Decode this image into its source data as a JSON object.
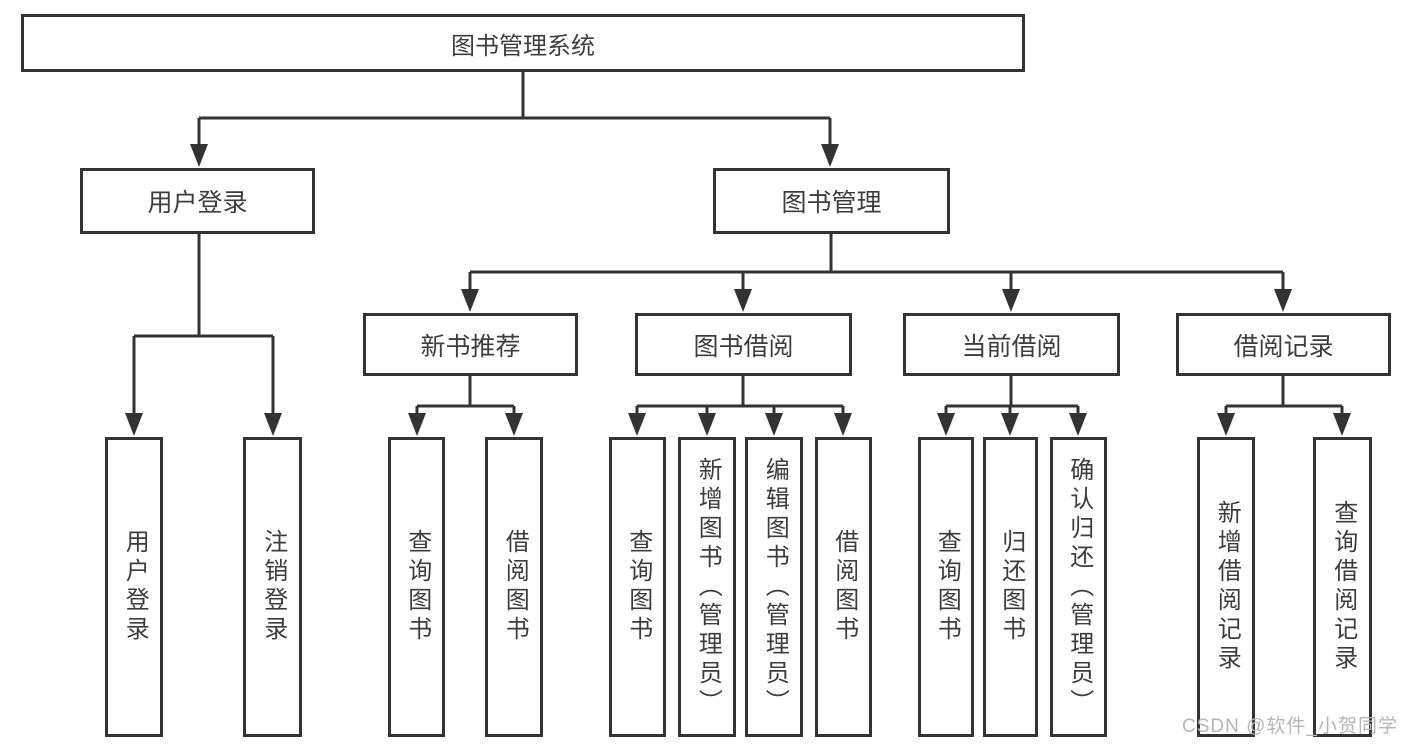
{
  "colors": {
    "line": "#333333",
    "text": "#3d3d3d",
    "watermark": "#b5b5b5",
    "background": "#ffffff"
  },
  "tree": {
    "root": {
      "label": "图书管理系统"
    },
    "level2": [
      {
        "label": "用户登录",
        "children": [
          {
            "label": "用户登录"
          },
          {
            "label": "注销登录"
          }
        ]
      },
      {
        "label": "图书管理",
        "children": [
          {
            "label": "新书推荐",
            "children": [
              {
                "label": "查询图书"
              },
              {
                "label": "借阅图书"
              }
            ]
          },
          {
            "label": "图书借阅",
            "children": [
              {
                "label": "查询图书"
              },
              {
                "label": "新增图书（管理员）"
              },
              {
                "label": "编辑图书（管理员）"
              },
              {
                "label": "借阅图书"
              }
            ]
          },
          {
            "label": "当前借阅",
            "children": [
              {
                "label": "查询图书"
              },
              {
                "label": "归还图书"
              },
              {
                "label": "确认归还（管理员）"
              }
            ]
          },
          {
            "label": "借阅记录",
            "children": [
              {
                "label": "新增借阅记录"
              },
              {
                "label": "查询借阅记录"
              }
            ]
          }
        ]
      }
    ]
  },
  "watermark": {
    "text": "CSDN @软件_小贺同学"
  }
}
